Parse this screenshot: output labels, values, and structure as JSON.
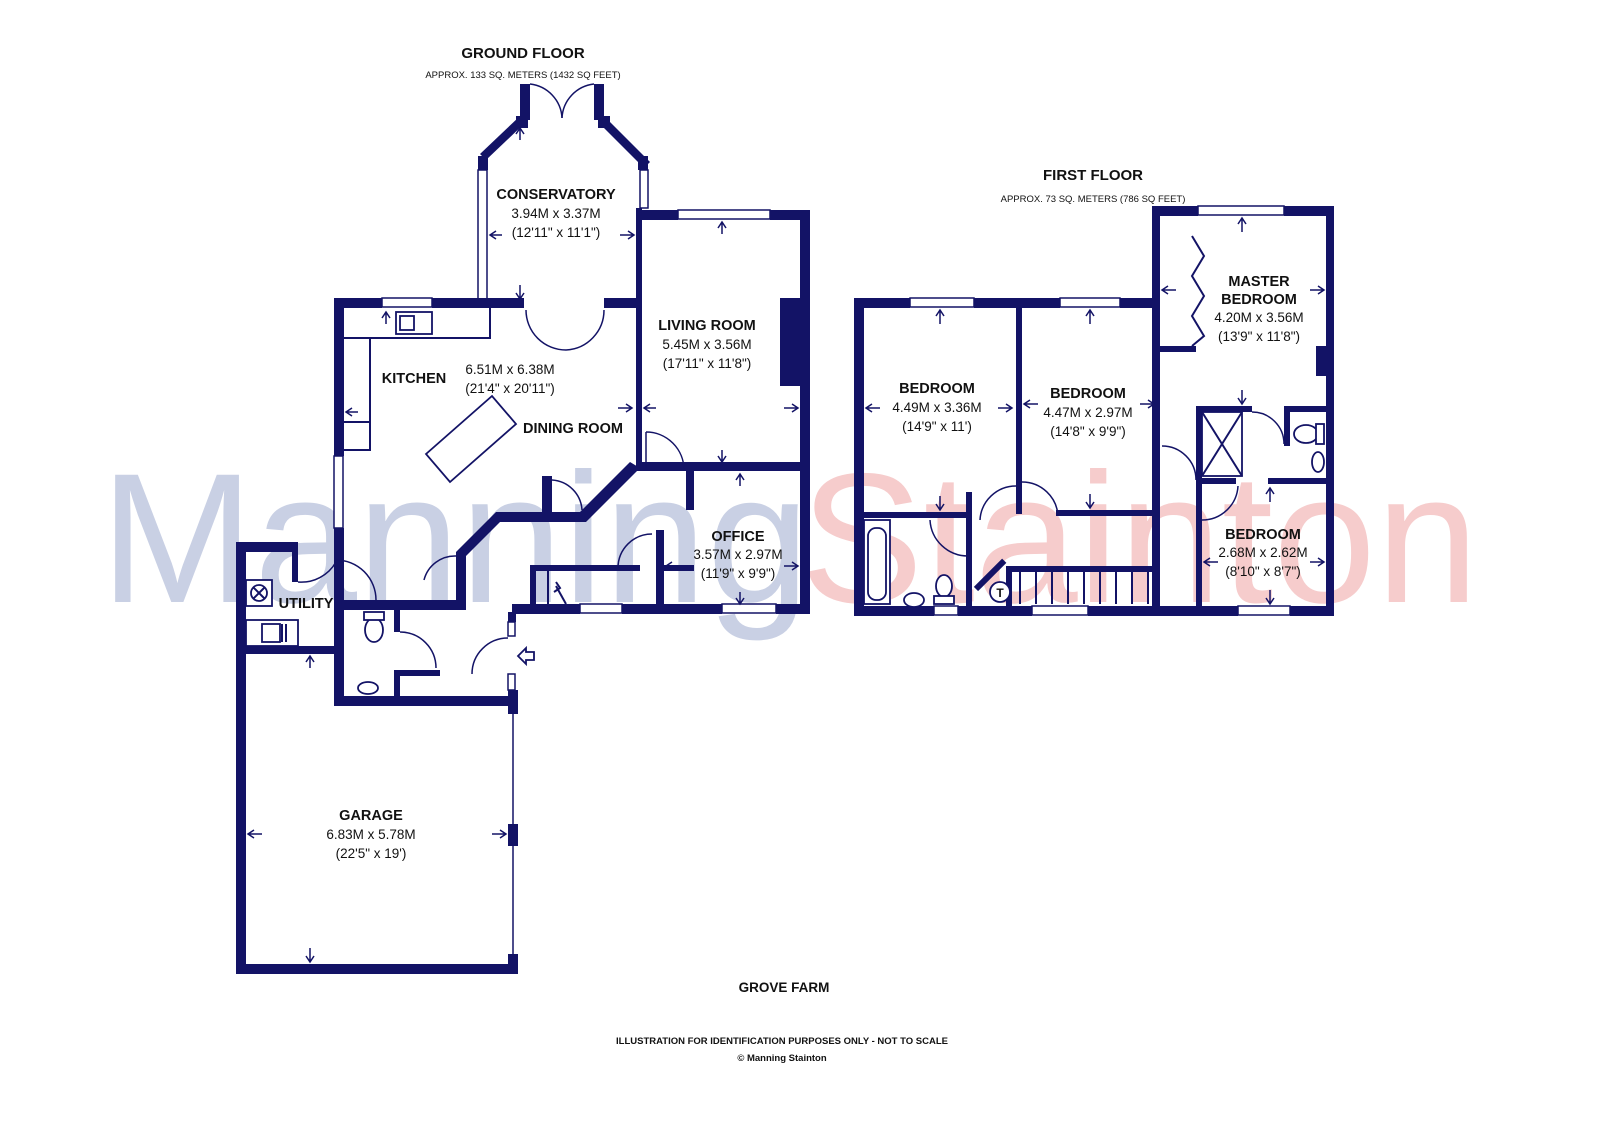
{
  "colors": {
    "wall": "#131366",
    "watermark_blue": "#c9d0e4",
    "watermark_red": "#f6cccc"
  },
  "watermark": {
    "part1": "Manning",
    "part2": "Stainton"
  },
  "ground_floor": {
    "title": "GROUND FLOOR",
    "area": "APPROX. 133 SQ. METERS (1432 SQ FEET)",
    "rooms": {
      "conservatory": {
        "name": "CONSERVATORY",
        "metric": "3.94M x 3.37M",
        "imperial": "(12'11\" x 11'1\")"
      },
      "living_room": {
        "name": "LIVING ROOM",
        "metric": "5.45M x 3.56M",
        "imperial": "(17'11\" x 11'8\")"
      },
      "kitchen": {
        "name": "KITCHEN",
        "metric": "6.51M x 6.38M",
        "imperial": "(21'4\" x 20'11\")"
      },
      "dining_room": {
        "name": "DINING ROOM"
      },
      "office": {
        "name": "OFFICE",
        "metric": "3.57M x 2.97M",
        "imperial": "(11'9\" x 9'9\")"
      },
      "utility": {
        "name": "UTILITY"
      },
      "garage": {
        "name": "GARAGE",
        "metric": "6.83M x 5.78M",
        "imperial": "(22'5\" x 19')"
      }
    }
  },
  "first_floor": {
    "title": "FIRST FLOOR",
    "area": "APPROX. 73 SQ. METERS (786 SQ FEET)",
    "rooms": {
      "bedroom_1": {
        "name": "BEDROOM",
        "metric": "4.49M x 3.36M",
        "imperial": "(14'9\" x 11')"
      },
      "bedroom_2": {
        "name": "BEDROOM",
        "metric": "4.47M x 2.97M",
        "imperial": "(14'8\" x 9'9\")"
      },
      "master_bedroom": {
        "name_line1": "MASTER",
        "name_line2": "BEDROOM",
        "metric": "4.20M x 3.56M",
        "imperial": "(13'9\" x 11'8\")"
      },
      "bedroom_3": {
        "name": "BEDROOM",
        "metric": "2.68M x 2.62M",
        "imperial": "(8'10\" x 8'7\")"
      }
    },
    "tank_symbol": "T"
  },
  "footer": {
    "property_name": "GROVE FARM",
    "disclaimer": "ILLUSTRATION FOR IDENTIFICATION PURPOSES ONLY - NOT TO SCALE",
    "copyright": "© Manning Stainton"
  }
}
